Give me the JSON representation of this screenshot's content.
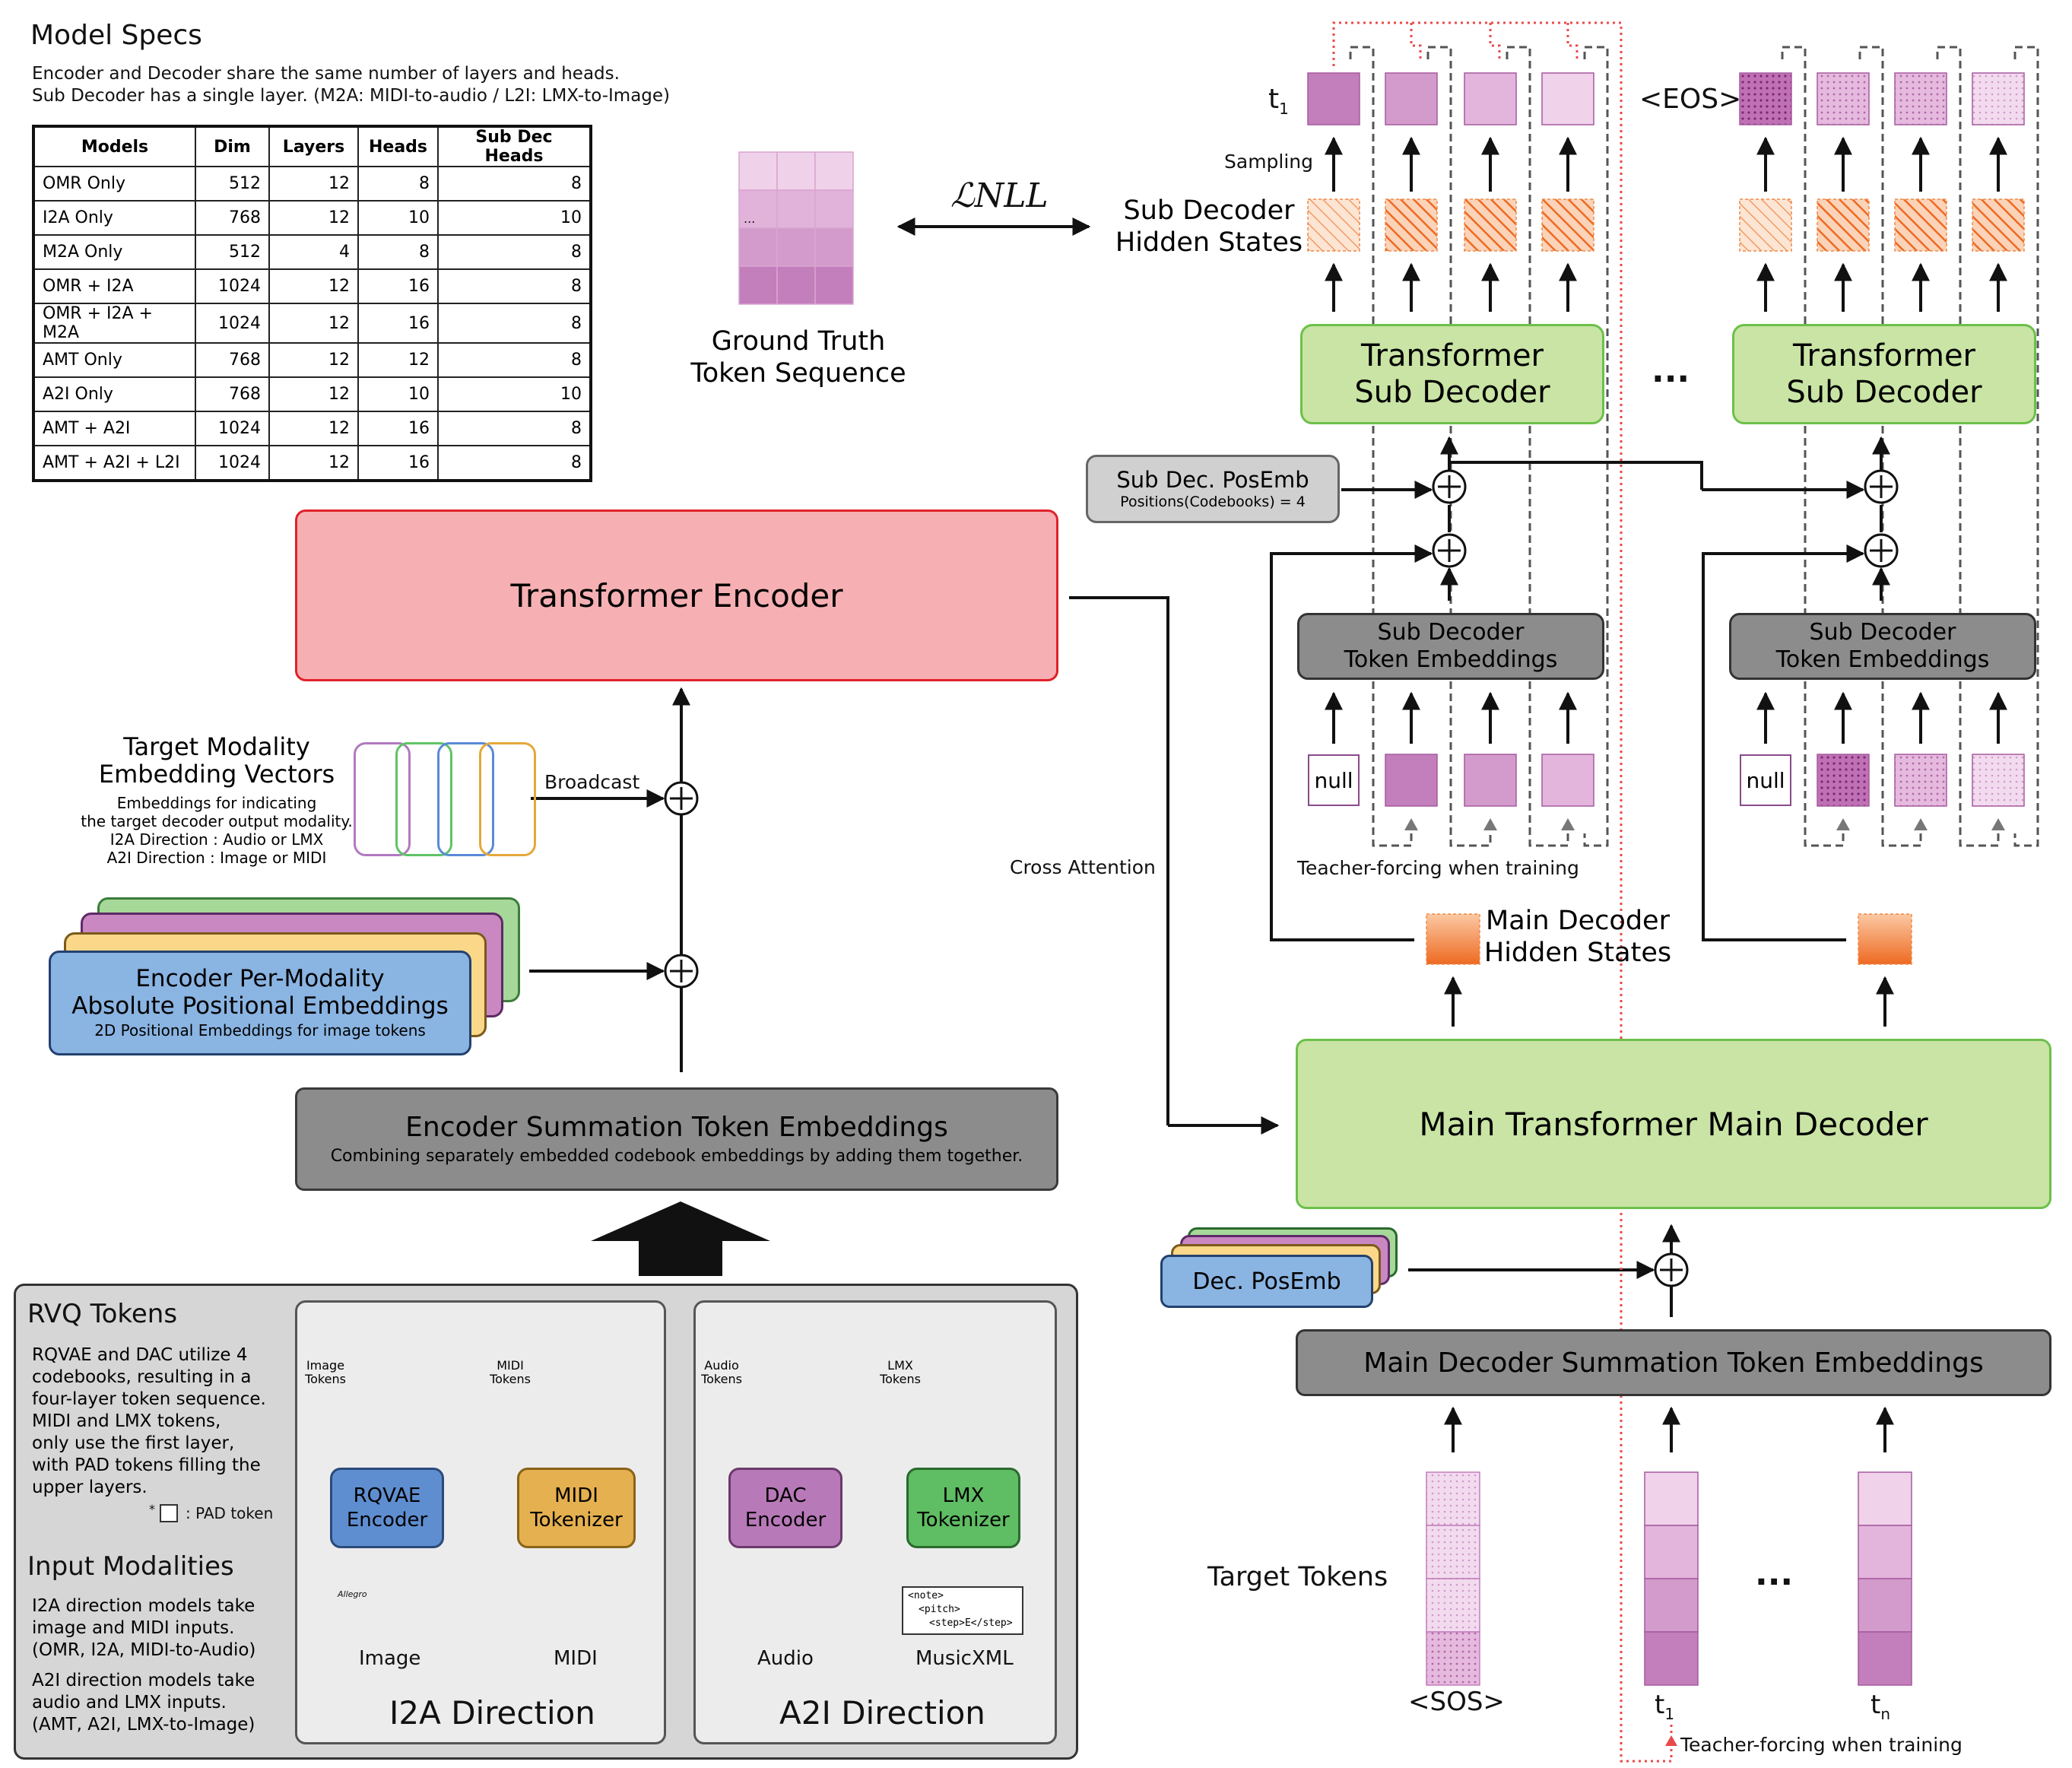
{
  "model_specs": {
    "title": "Model Specs",
    "desc1": "Encoder and Decoder share the same number of layers and heads.",
    "desc2": "Sub Decoder has a single layer. (M2A: MIDI-to-audio / L2I: LMX-to-Image)",
    "headers": [
      "Models",
      "Dim",
      "Layers",
      "Heads",
      "Sub Dec Heads"
    ],
    "rows": [
      [
        "OMR Only",
        "512",
        "12",
        "8",
        "8"
      ],
      [
        "I2A Only",
        "768",
        "12",
        "10",
        "10"
      ],
      [
        "M2A Only",
        "512",
        "4",
        "8",
        "8"
      ],
      [
        "OMR + I2A",
        "1024",
        "12",
        "16",
        "8"
      ],
      [
        "OMR + I2A + M2A",
        "1024",
        "12",
        "16",
        "8"
      ],
      [
        "AMT Only",
        "768",
        "12",
        "12",
        "8"
      ],
      [
        "A2I Only",
        "768",
        "12",
        "10",
        "10"
      ],
      [
        "AMT + A2I",
        "1024",
        "12",
        "16",
        "8"
      ],
      [
        "AMT + A2I + L2I",
        "1024",
        "12",
        "16",
        "8"
      ]
    ]
  },
  "ground_truth": {
    "label1": "Ground Truth",
    "label2": "Token Sequence",
    "dots": "..."
  },
  "loss_label": "ℒNLL",
  "sub_hidden": {
    "label1": "Sub Decoder",
    "label2": "Hidden States"
  },
  "encoder": {
    "title": "Transformer Encoder"
  },
  "target_modality": {
    "title1": "Target Modality",
    "title2": "Embedding Vectors",
    "note1": "Embeddings for indicating",
    "note2": "the target decoder output modality.",
    "note3": "I2A Direction : Audio or LMX",
    "note4": "A2I Direction : Image or MIDI",
    "broadcast": "Broadcast"
  },
  "pos_emb": {
    "line1": "Encoder Per-Modality",
    "line2": "Absolute Positional Embeddings",
    "line3": "2D Positional Embeddings for image tokens"
  },
  "enc_sum": {
    "title": "Encoder Summation Token Embeddings",
    "sub": "Combining separately embedded codebook embeddings by adding them together."
  },
  "rvq": {
    "title": "RVQ Tokens",
    "desc": [
      "RQVAE and DAC utilize 4",
      "codebooks, resulting in a",
      "four-layer token sequence.",
      "MIDI and LMX tokens,",
      "only use the first layer,",
      "with PAD tokens filling the",
      "upper layers."
    ],
    "pad_star": "*",
    "pad_note": ": PAD token"
  },
  "input_modalities": {
    "title": "Input Modalities",
    "i2a_desc": [
      "I2A direction models take",
      "image and MIDI inputs.",
      "(OMR, I2A, MIDI-to-Audio)"
    ],
    "a2i_desc": [
      "A2I direction models take",
      "audio and LMX inputs.",
      "(AMT, A2I, LMX-to-Image)"
    ]
  },
  "i2a": {
    "title": "I2A Direction",
    "image_tokens": [
      "Image",
      "Tokens"
    ],
    "midi_tokens": [
      "MIDI",
      "Tokens"
    ],
    "rqvae": [
      "RQVAE",
      "Encoder"
    ],
    "midi_tok": [
      "MIDI",
      "Tokenizer"
    ],
    "image_label": "Image",
    "midi_label": "MIDI",
    "score_tempo": "Allegro"
  },
  "a2i": {
    "title": "A2I Direction",
    "audio_tokens": [
      "Audio",
      "Tokens"
    ],
    "lmx_tokens": [
      "LMX",
      "Tokens"
    ],
    "dac": [
      "DAC",
      "Encoder"
    ],
    "lmx_tok": [
      "LMX",
      "Tokenizer"
    ],
    "audio_label": "Audio",
    "xml_label": "MusicXML",
    "xml_lines": [
      "<note>",
      "<pitch>",
      "<step>E</step>"
    ]
  },
  "decoder": {
    "cross_attention": "Cross Attention",
    "sub_posemb": "Sub Dec. PosEmb",
    "sub_posemb_note": "Positions(Codebooks) = 4",
    "sub_decoder": [
      "Transformer",
      "Sub Decoder"
    ],
    "sub_tok_emb": [
      "Sub Decoder",
      "Token Embeddings"
    ],
    "null": "null",
    "teacher_forcing": "Teacher-forcing when training",
    "main_hidden": [
      "Main Decoder",
      "Hidden States"
    ],
    "main_decoder": "Main Transformer Main Decoder",
    "dec_posemb": "Dec. PosEmb",
    "main_sum": "Main Decoder Summation Token Embeddings",
    "target_tokens": "Target Tokens",
    "sos": "<SOS>",
    "t1": "t",
    "t1_sub": "1",
    "tn": "t",
    "tn_sub": "n",
    "eos": "<EOS>",
    "sampling": "Sampling",
    "dots": "...",
    "teacher_forcing_bottom": "Teacher-forcing when training"
  },
  "colors": {
    "encoder_fill": "#f6b0b3",
    "encoder_border": "#e0222a",
    "green_fill": "#c9e4a4",
    "green_border": "#6cc04a",
    "gray_box": "#8c8c8c",
    "gray_light": "#d0d0d0",
    "blue_box": "#8ab4e2",
    "purple": "#c27fba",
    "orange": "#f0843c",
    "red_dotted": "#e84a4a"
  }
}
